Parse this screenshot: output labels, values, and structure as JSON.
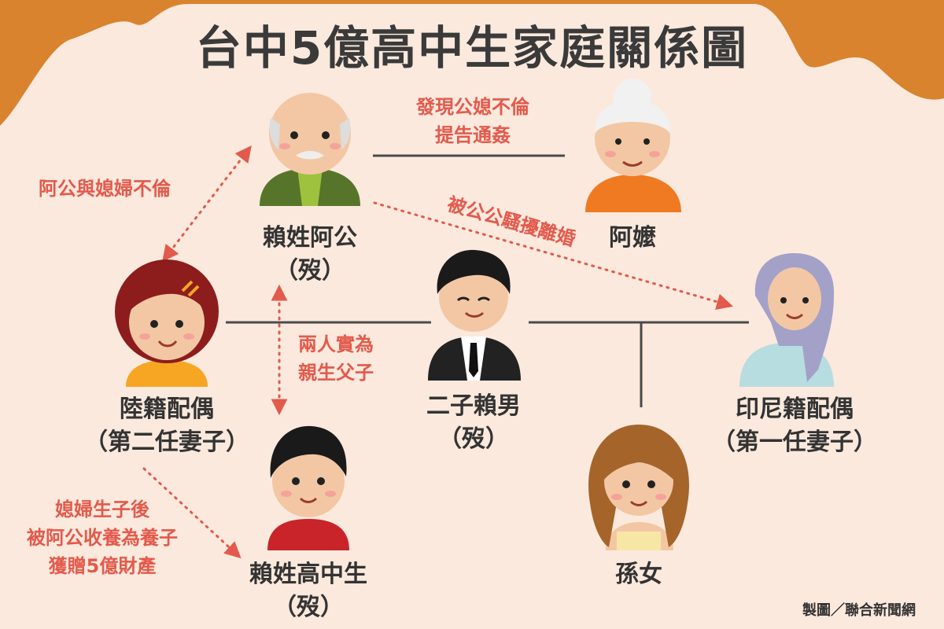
{
  "title": "台中5億高中生家庭關係圖",
  "colors": {
    "background": "#fbe9dd",
    "top_wave": "#d9832e",
    "line": "#4a4a4a",
    "annotation": "#e25a4c"
  },
  "people": {
    "grandfather": {
      "name": "賴姓阿公",
      "status": "（歿）"
    },
    "grandmother": {
      "name": "阿嬤"
    },
    "mainland_spouse": {
      "name": "陸籍配偶",
      "role": "（第二任妻子）"
    },
    "second_son": {
      "name": "二子賴男",
      "status": "（歿）"
    },
    "indonesian_spouse": {
      "name": "印尼籍配偶",
      "role": "（第一任妻子）"
    },
    "high_school_student": {
      "name": "賴姓高中生",
      "status": "（歿）"
    },
    "granddaughter": {
      "name": "孫女"
    }
  },
  "annotations": {
    "affair_found": [
      "發現公媳不倫",
      "提告通姦"
    ],
    "grandpa_daughter_in_law": "阿公與媳婦不倫",
    "harassment_divorce": "被公公騷擾離婚",
    "actual_father_son": [
      "兩人實為",
      "親生父子"
    ],
    "adopted": [
      "媳婦生子後",
      "被阿公收養為養子",
      "獲贈5億財產"
    ]
  },
  "credit": "製圖／聯合新聞網"
}
